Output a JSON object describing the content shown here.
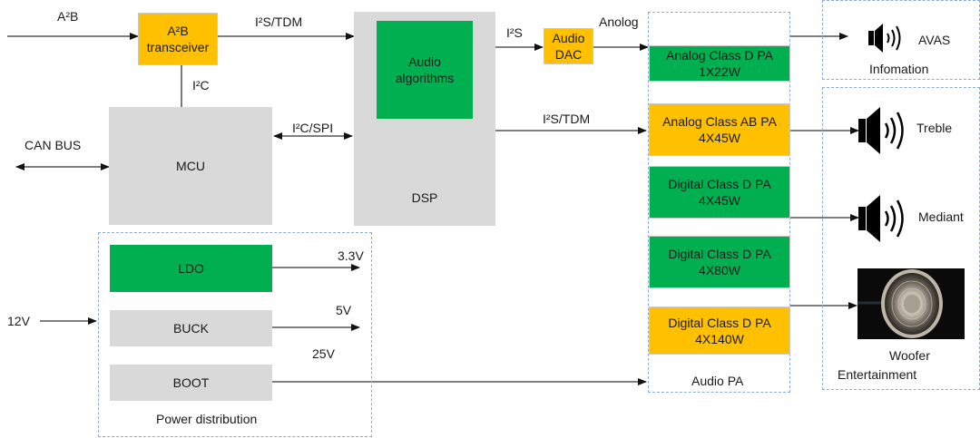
{
  "diagram": {
    "inputs": {
      "a2b": "A²B",
      "can_bus": "CAN BUS",
      "v12": "12V"
    },
    "blocks": {
      "a2b_transceiver": "A²B\ntransceiver",
      "mcu": "MCU",
      "dsp": "DSP",
      "audio_algorithms": "Audio\nalgorithms",
      "audio_dac": "Audio\nDAC",
      "ldo": "LDO",
      "buck": "BUCK",
      "boot": "BOOT"
    },
    "signals": {
      "i2s_tdm_top": "I²S/TDM",
      "i2c": "I²C",
      "i2c_spi": "I²C/SPI",
      "i2s": "I²S",
      "anolog": "Anolog",
      "i2s_tdm_mid": "I²S/TDM",
      "v3_3": "3.3V",
      "v5": "5V",
      "v25": "25V"
    },
    "groups": {
      "power": "Power distribution",
      "audio_pa": "Audio PA",
      "information": "Infomation",
      "entertainment": "Entertainment"
    },
    "amplifiers": [
      {
        "label": "Analog Class D PA\n1X22W",
        "color": "green"
      },
      {
        "label": "Analog Class AB PA\n4X45W",
        "color": "amber"
      },
      {
        "label": "Digital Class D PA\n4X45W",
        "color": "green"
      },
      {
        "label": "Digital Class D PA\n4X80W",
        "color": "green"
      },
      {
        "label": "Digital Class D PA\n4X140W",
        "color": "amber"
      }
    ],
    "speakers": {
      "avas": "AVAS",
      "treble": "Treble",
      "mediant": "Mediant",
      "woofer": "Woofer"
    },
    "colors": {
      "grey_block": "#d9d9d9",
      "green_block": "#00b050",
      "amber_block": "#ffc000",
      "dashed_group": "#8eaadb"
    }
  }
}
